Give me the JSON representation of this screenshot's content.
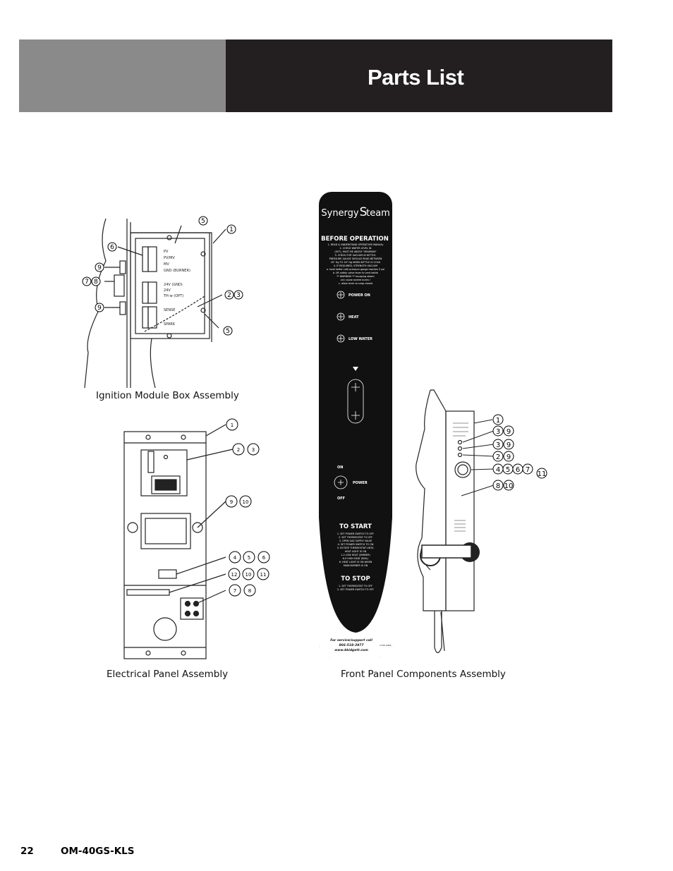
{
  "header": {
    "title": "Parts List"
  },
  "captions": {
    "ignition": "Ignition Module Box Assembly",
    "electrical": "Electrical Panel Assembly",
    "front": "Front Panel Components Assembly"
  },
  "ignition_labels": [
    "PV",
    "PV/MV",
    "MV",
    "GND (BURNER)",
    "24V (GND)",
    "24V",
    "TH-w (OPT)",
    "SENSE",
    "SPARK"
  ],
  "ignition_callouts": [
    "5",
    "1",
    "6",
    "9",
    "7",
    "8",
    "9",
    "2",
    "3",
    "5"
  ],
  "electrical_callouts": [
    "1",
    "2",
    "3",
    "9",
    "10",
    "4",
    "5",
    "6",
    "12",
    "10",
    "11",
    "7",
    "8"
  ],
  "front_callouts": [
    "1",
    "3",
    "9",
    "3",
    "9",
    "2",
    "9",
    "4",
    "5",
    "6",
    "7",
    "11",
    "8",
    "10"
  ],
  "panel": {
    "brand_left": "Synergy",
    "brand_right": "team",
    "before_title": "BEFORE OPERATION",
    "before_lines": [
      "1. READ & UNDERSTAND OPERATORS MANUAL",
      "2. CHECK WATER LEVEL IN",
      "(SVT), MUST BE ABOVE \"MINIMUM\"",
      "3. CHECK FOR VACUUM IN KETTLE.",
      "PRESSURE GAUGE SHOULD READ BETWEEN",
      "20\" Hg TO 30\" Hg WHEN KETTLE IS COLD",
      "4. IF REQUIRED, STRENGTH VACUUM",
      "a. heat kettle until pressure gauge reaches 5 psi",
      "b. lift safety valve lever to vent kettle",
      "** WARNING ** escaping steam",
      "can cause severe burns !",
      "c. allow lever to snap closed"
    ],
    "indicators": [
      "POWER ON",
      "HEAT",
      "LOW WATER"
    ],
    "on": "ON",
    "power": "POWER",
    "off": "OFF",
    "start_title": "TO START",
    "start_lines": [
      "1. SET POWER SWITCH TO OFF",
      "2. SET THERMOSTAT TO OFF",
      "3. OPEN GAS SUPPLY VALVE",
      "4. SET POWER SWITCH TO ON",
      "5. ROTATE THERMOSTAT UNTIL",
      "HEAT LIGHT IS ON",
      "1-2 LOW HEAT (SIMMER)",
      "8-9 HIGH HEAT (BOIL)",
      "6. HEAT LIGHT IS ON WHEN",
      "MAIN BURNER IS ON"
    ],
    "stop_title": "TO STOP",
    "stop_lines": [
      "1. SET THERMOSTAT TO OFF",
      "2. SET POWER SWITCH TO OFF"
    ],
    "service_line1": "For service/support call",
    "service_line2": "866-518-3977",
    "service_line3": "www.bkidgett.com",
    "part_no": "1700-1064"
  },
  "footer": {
    "page": "22",
    "doc": "OM-40GS-KLS"
  }
}
